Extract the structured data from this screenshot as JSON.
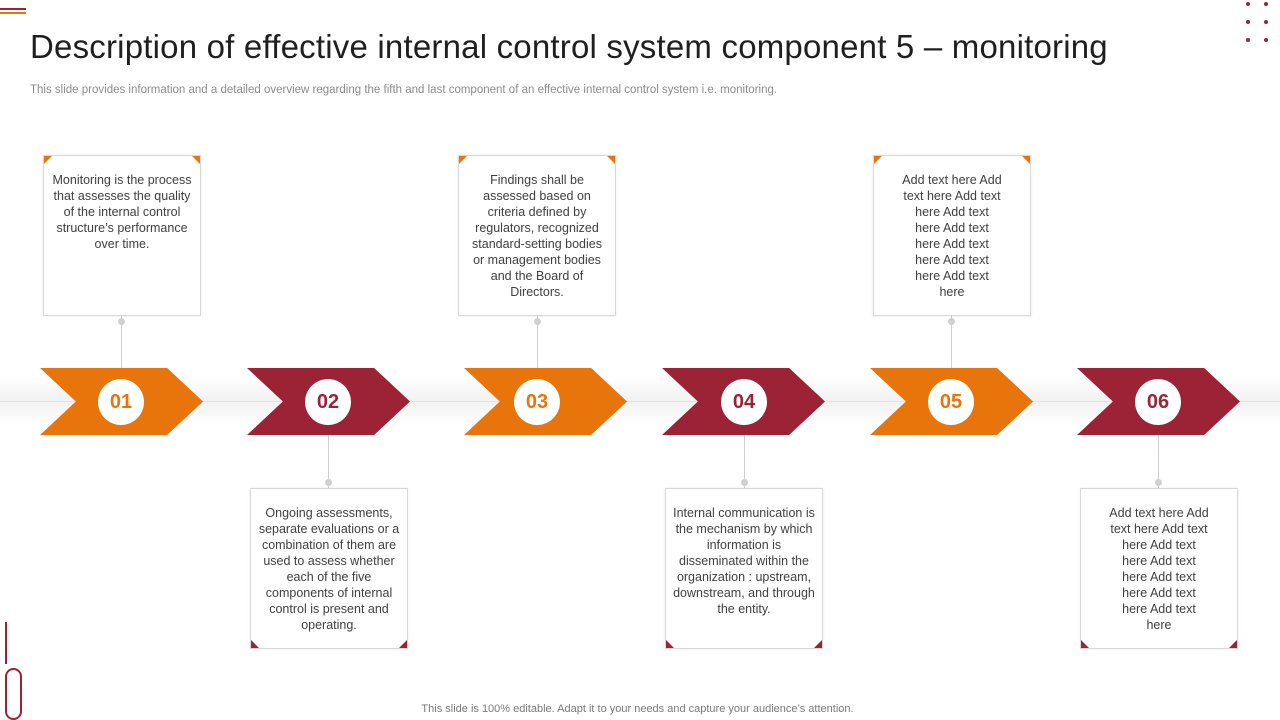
{
  "slide": {
    "title": "Description of effective internal control system component 5 – monitoring",
    "subtitle": "This slide provides information and a detailed overview regarding the fifth and last component of an effective internal control system i.e. monitoring.",
    "footer": "This slide is 100% editable. Adapt it to your needs and capture your audience’s attention."
  },
  "colors": {
    "orange": "#e8740c",
    "maroon": "#9b2335",
    "text": "#404040"
  },
  "steps": [
    {
      "number": "01",
      "color": "#e8740c",
      "position": "top",
      "text": "Monitoring is the process that assesses the quality of the internal control structure’s performance over time."
    },
    {
      "number": "02",
      "color": "#9b2335",
      "position": "bottom",
      "text": "Ongoing assessments, separate evaluations or a combination of them are used to assess whether each of the five components of internal control is present and operating."
    },
    {
      "number": "03",
      "color": "#e8740c",
      "position": "top",
      "text": "Findings shall be assessed based on criteria defined by regulators, recognized standard-setting bodies or management bodies and the Board of Directors."
    },
    {
      "number": "04",
      "color": "#9b2335",
      "position": "bottom",
      "text": "Internal communication is the mechanism by which information is disseminated within the organization : upstream, downstream, and through the entity."
    },
    {
      "number": "05",
      "color": "#e8740c",
      "position": "top",
      "text": "Add text here Add text here Add text here Add text here Add text here Add text here Add text here Add text here"
    },
    {
      "number": "06",
      "color": "#9b2335",
      "position": "bottom",
      "text": "Add text here Add text here Add text here Add text here Add text here Add text here Add text here Add text here"
    }
  ]
}
